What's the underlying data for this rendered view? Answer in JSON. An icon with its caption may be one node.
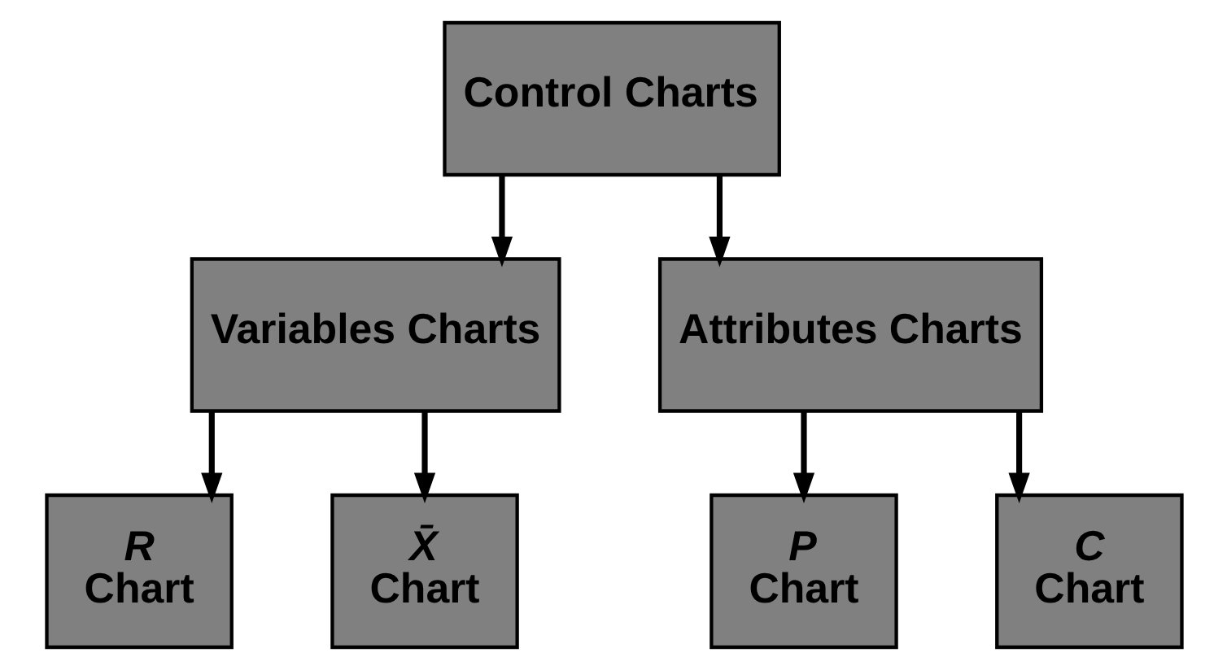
{
  "diagram": {
    "nodes": [
      {
        "text": [
          "Control Charts"
        ]
      },
      {
        "text": [
          "Variables Charts"
        ]
      },
      {
        "text": [
          "Attributes Charts"
        ]
      },
      {
        "text": [
          "R",
          "Chart"
        ]
      },
      {
        "text": [
          "X̄",
          "Chart"
        ]
      },
      {
        "text": [
          "P",
          "Chart"
        ]
      },
      {
        "text": [
          "C",
          "Chart"
        ]
      }
    ],
    "edges": [
      {
        "from": 0,
        "to": 1,
        "arrow": "to"
      },
      {
        "from": 0,
        "to": 2,
        "arrow": "to"
      },
      {
        "from": 1,
        "to": 3,
        "arrow": "to"
      },
      {
        "from": 1,
        "to": 4,
        "arrow": "to"
      },
      {
        "from": 2,
        "to": 5,
        "arrow": "to"
      },
      {
        "from": 2,
        "to": 6,
        "arrow": "to"
      }
    ]
  }
}
